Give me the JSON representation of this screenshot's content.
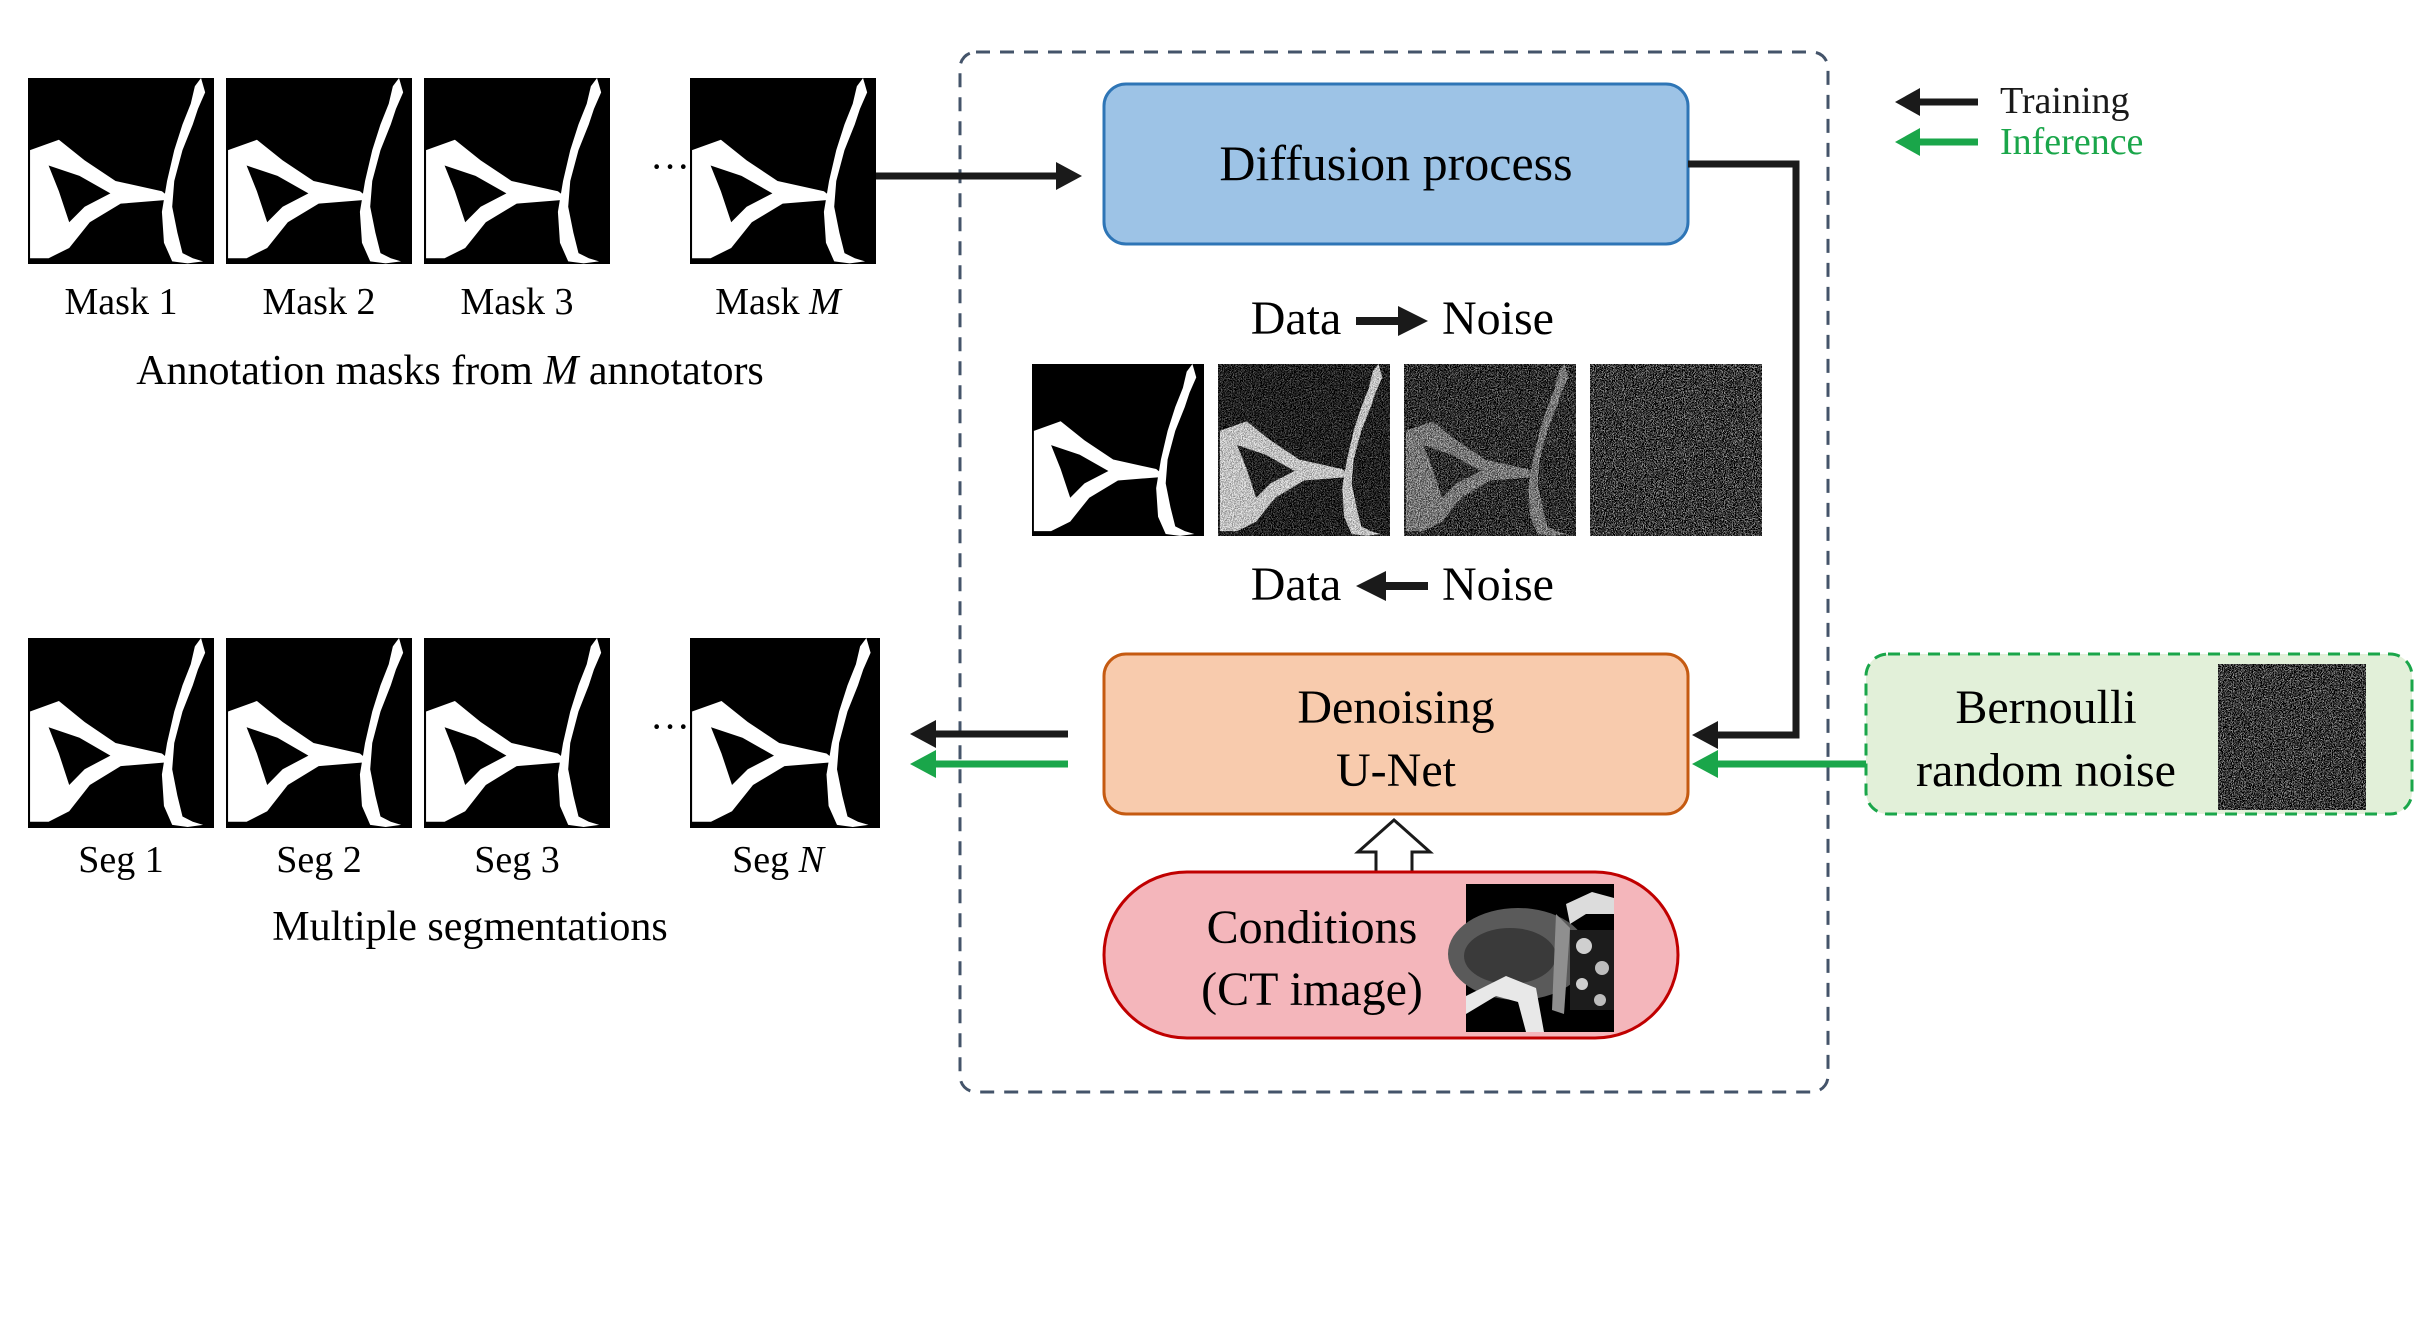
{
  "legend": {
    "training": "Training",
    "inference": "Inference"
  },
  "masks": {
    "labels": [
      {
        "prefix": "Mask 1",
        "var": ""
      },
      {
        "prefix": "Mask 2",
        "var": ""
      },
      {
        "prefix": "Mask 3",
        "var": ""
      },
      {
        "prefix": "Mask ",
        "var": "M"
      }
    ],
    "caption_pre": "Annotation masks from ",
    "caption_var": "M",
    "caption_post": " annotators",
    "ellipsis": "···"
  },
  "segs": {
    "labels": [
      {
        "prefix": "Seg 1",
        "var": ""
      },
      {
        "prefix": "Seg 2",
        "var": ""
      },
      {
        "prefix": "Seg 3",
        "var": ""
      },
      {
        "prefix": "Seg ",
        "var": "N"
      }
    ],
    "caption": "Multiple segmentations",
    "ellipsis": "···"
  },
  "diffusion": {
    "label": "Diffusion process",
    "forward_left": "Data",
    "forward_right": "Noise",
    "reverse_left": "Data",
    "reverse_right": "Noise"
  },
  "denoise": {
    "line1": "Denoising",
    "line2": "U-Net"
  },
  "conditions": {
    "line1": "Conditions",
    "line2": "(CT image)"
  },
  "bernoulli": {
    "line1": "Bernoulli",
    "line2": "random noise"
  },
  "colors": {
    "training": "#1a1a1a",
    "inference": "#1aa64a",
    "diffusion_fill": "#9dc3e6",
    "diffusion_stroke": "#2e75b6",
    "denoise_fill": "#f8cbad",
    "denoise_stroke": "#c55a11",
    "conditions_fill": "#f4b6bb",
    "conditions_stroke": "#c00000",
    "bernoulli_fill": "#e2f0d9",
    "bernoulli_stroke": "#1aa64a",
    "dashed_frame": "#44546a"
  }
}
